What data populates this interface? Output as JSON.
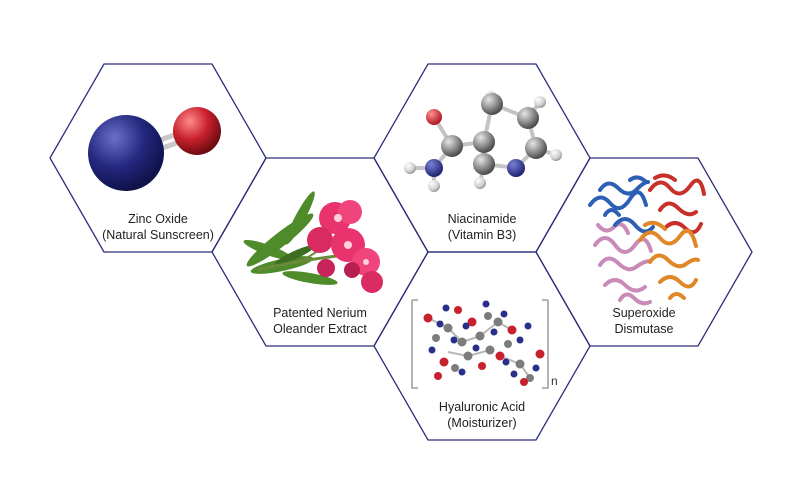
{
  "colors": {
    "hex_stroke": "#2c2f7a",
    "navy_atom": "#24287f",
    "red_atom": "#c8202c",
    "grey_atom": "#8a8a8a",
    "hydrogen": "#d9d9d9",
    "flower_pink": "#e8336f",
    "leaf_green": "#4f8a2b",
    "protein_blue": "#2d5fb5",
    "protein_red": "#c8302a",
    "protein_orange": "#e0872a",
    "protein_pink": "#c98ab8"
  },
  "ingredients": [
    {
      "id": "zinc-oxide",
      "icon": "zinc-oxide-molecule-icon",
      "line1": "Zinc Oxide",
      "line2": "(Natural Sunscreen)"
    },
    {
      "id": "nerium",
      "icon": "oleander-flower-icon",
      "line1": "Patented Nerium",
      "line2": "Oleander Extract"
    },
    {
      "id": "niacinamide",
      "icon": "niacinamide-molecule-icon",
      "line1": "Niacinamide",
      "line2": "(Vitamin B3)"
    },
    {
      "id": "hyaluronic",
      "icon": "hyaluronic-acid-molecule-icon",
      "line1": "Hyaluronic Acid",
      "line2": "(Moisturizer)",
      "subscript": "n"
    },
    {
      "id": "sod",
      "icon": "superoxide-dismutase-protein-icon",
      "line1": "Superoxide",
      "line2": "Dismutase"
    }
  ]
}
